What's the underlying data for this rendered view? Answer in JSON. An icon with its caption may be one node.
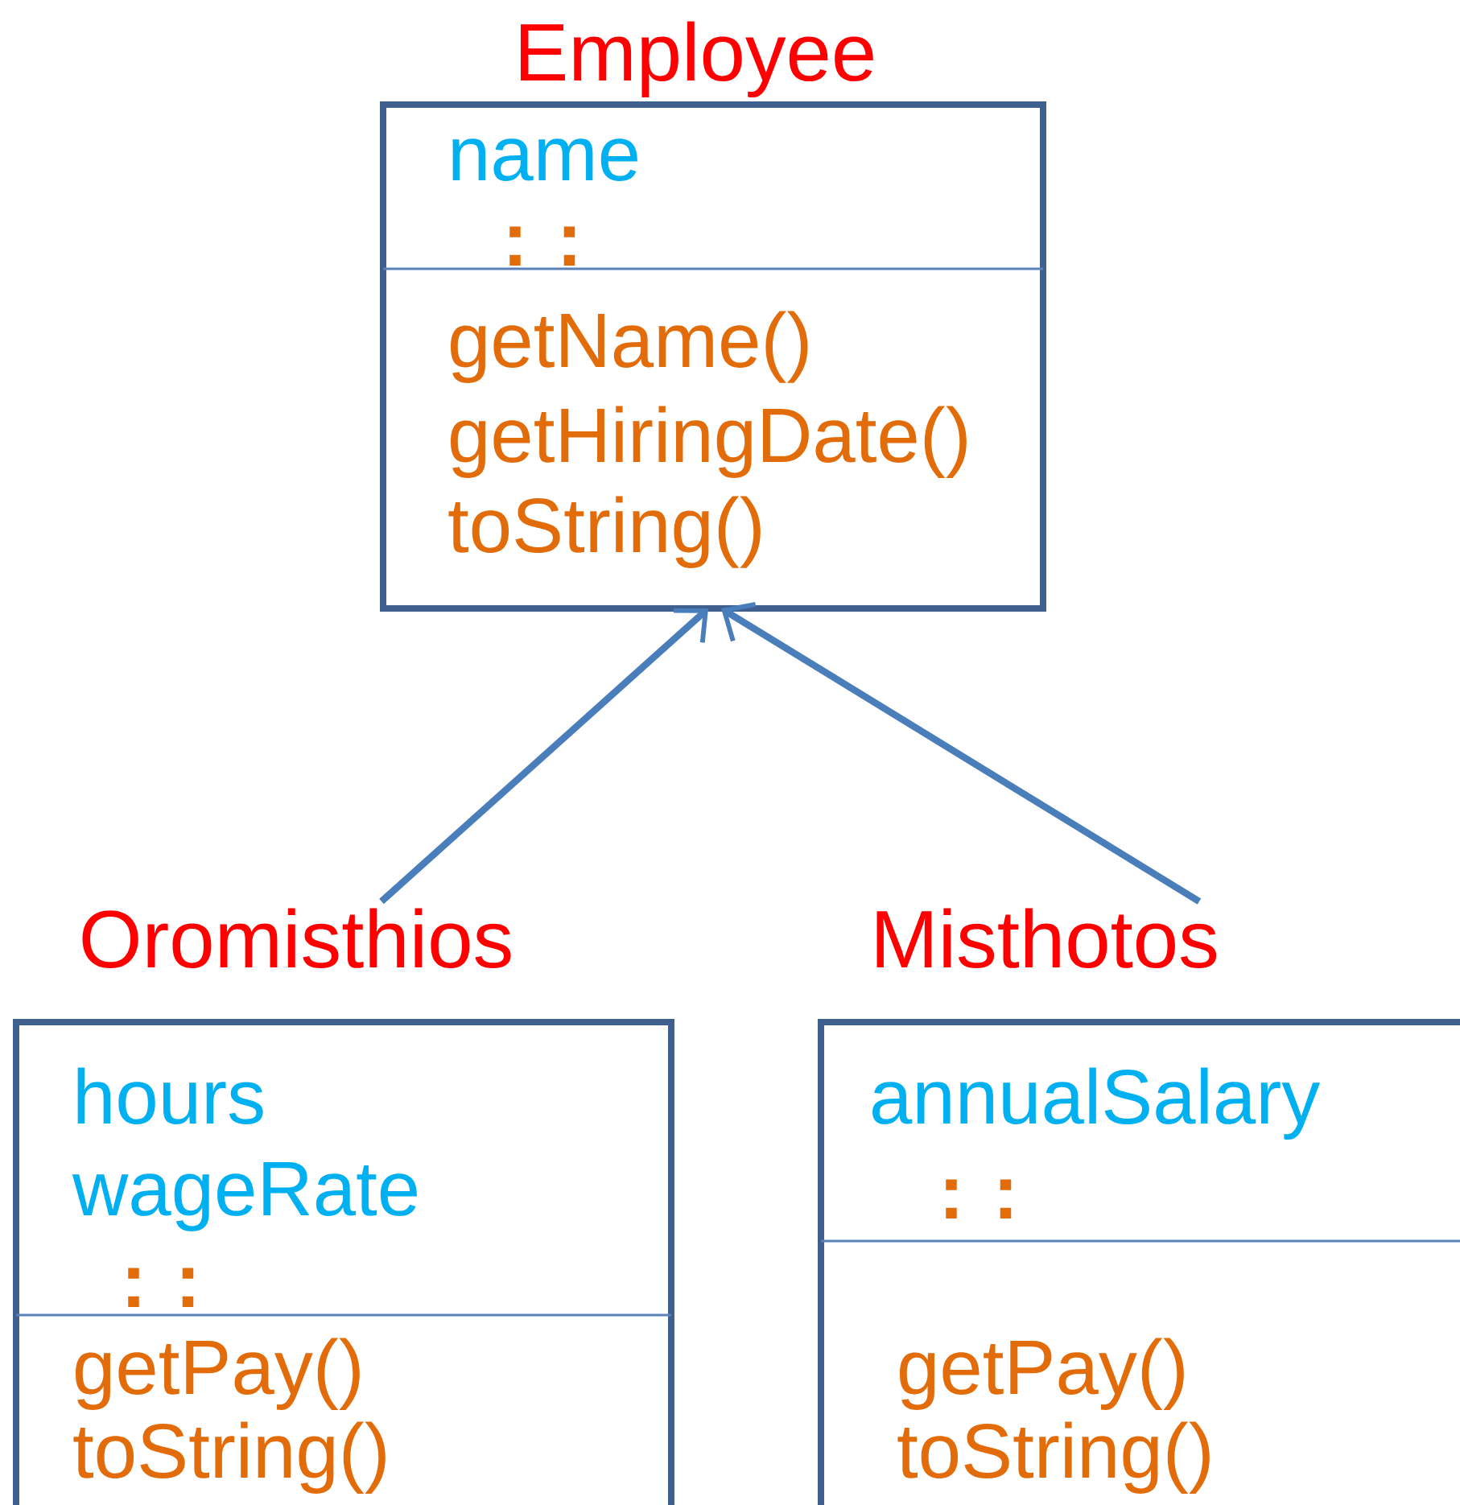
{
  "diagram": {
    "nodes": [
      {
        "text": [
          "Employee",
          "name",
          ": :",
          "getName()",
          "getHiringDate()",
          "toString()"
        ]
      },
      {
        "text": [
          "Oromisthios",
          "hours",
          "wageRate",
          ": :",
          "getPay()",
          "toString()"
        ]
      },
      {
        "text": [
          "Misthotos",
          "annualSalary",
          ": :",
          "getPay()",
          "toString()"
        ]
      }
    ],
    "edges": [
      {
        "from": 1,
        "to": 0,
        "arrow": "to"
      },
      {
        "from": 2,
        "to": 0,
        "arrow": "to"
      }
    ]
  }
}
